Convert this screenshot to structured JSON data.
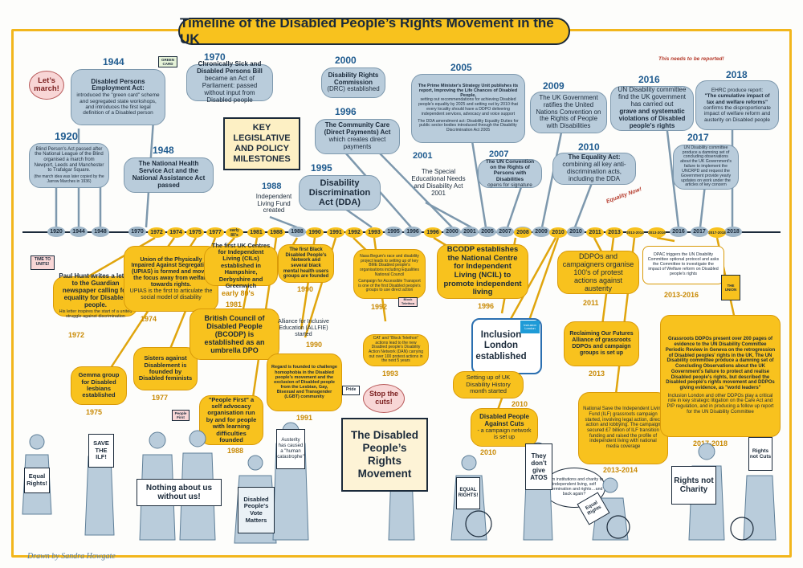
{
  "title": "Timeline of the Disabled People’s Rights Movement in the UK",
  "key_box": "KEY LEGISLATIVE AND POLICY MILESTONES",
  "center_sign": "The Disabled People’s Rights Movement",
  "credit": "Drawn by Sandra Howgate",
  "bubbles": {
    "lets_march": "Let’s march!",
    "stop_cuts": "Stop the cuts!",
    "equality_now": "Equality Now!",
    "this_needs": "This needs to be reported!",
    "from_institutions": "From institutions and charity to independent living, self determination and rights…and back again?"
  },
  "axis_years_top": [
    "1920",
    "1944",
    "1948",
    "1970",
    "1988",
    "1995",
    "1996",
    "2000",
    "2001",
    "2005",
    "2007",
    "2008",
    "2009",
    "2010",
    "2016",
    "2017",
    "2018"
  ],
  "axis_years_bottom": [
    "1972",
    "1974",
    "1975",
    "1977",
    "early 80's",
    "1981",
    "1988",
    "1990",
    "1991",
    "1992",
    "1993",
    "1996",
    "2008",
    "2010",
    "2011",
    "2013",
    "2013-2014",
    "2013-2016",
    "2017-2018"
  ],
  "legislation": [
    {
      "year": "1920",
      "text": "Blind Person's Act passed after the National League of the Blind organised a march from Newport, Leeds and Manchester to Trafalgar Square.",
      "sub": "(the march idea was later copied by the Jarrow Marches in 1936)"
    },
    {
      "year": "1944",
      "head": "Disabled Persons Employment Act:",
      "text": "introduced the \"green card\" scheme and segregated state workshops, and introduces the first legal definition of a Disabled person"
    },
    {
      "year": "1948",
      "head": "The National Health Service Act and the National Assistance Act",
      "text": "passed"
    },
    {
      "year": "1970",
      "head": "Chronically Sick and Disabled Persons Bill",
      "text": "became an Act of Parliament: passed without input from Disabled people"
    },
    {
      "year": "1988",
      "text": "Independent Living Fund created"
    },
    {
      "year": "1995",
      "head": "Disability Discrimination Act (DDA)",
      "text": ""
    },
    {
      "year": "1996",
      "head": "The Community Care (Direct Payments) Act",
      "text": "which creates direct payments"
    },
    {
      "year": "2000",
      "head": "Disability Rights Commission",
      "text": "(DRC) established"
    },
    {
      "year": "2001",
      "text": "The Special Educational Needs and Disability Act 2001"
    },
    {
      "year": "2005",
      "head": "The Prime Minister's Strategy Unit publishes its report, Improving the Life Chances of Disabled People,",
      "text": "setting out recommendations for achieving Disabled people's equality by 2025 and setting out by 2010 that every locality should have a DDPO delivering independent services, advocacy and voice support",
      "sub": "The DDA amendment act: Disability Equality Duties for public sector bodies introduced through the Disability Discrimination Act 2005"
    },
    {
      "year": "2007",
      "head": "The UN Convention on the Rights of Persons with Disabilities",
      "text": "opens for signature"
    },
    {
      "year": "2009",
      "text": "The UK Government ratifies the United Nations Convention on the Rights of People with Disabilities"
    },
    {
      "year": "2010",
      "head": "The Equality Act:",
      "text": "combining all key anti-discrimination acts, including the DDA"
    },
    {
      "year": "2016",
      "text": "UN Disability committee find the UK government has carried out",
      "head2": "grave and systematic violations of Disabled people's rights"
    },
    {
      "year": "2017",
      "text": "UN Disability committee produce a damning set of concluding observations about the UK Government's failure to implement the UNCRPD and request the Government provide yearly updates on work under the articles of key concern"
    },
    {
      "year": "2018",
      "text": "EHRC produce report:",
      "head2": "\"The cumulative impact of tax and welfare reforms\"",
      "text2": "confirms the disproportionate impact of welfare reform and austerity on Disabled people"
    }
  ],
  "movement": [
    {
      "year": "1972",
      "head": "Paul Hunt writes a letter to the Guardian newspaper calling for equality for Disabled people.",
      "text": "His letter inspires the start of a united struggle against discrimination"
    },
    {
      "year": "1974",
      "head": "Union of the Physically Impaired Against Segregation (UPIAS) is formed and moves the focus away from welfare towards rights.",
      "text": "UPIAS is the first to articulate the social model of disability"
    },
    {
      "year": "1975",
      "text": "Gemma group for Disabled lesbians established"
    },
    {
      "year": "1977",
      "text": "Sisters against Disablement is founded by Disabled feminists"
    },
    {
      "year": "early 80's",
      "text": "The first UK Centres for Independent Living (CILs) established in Hampshire, Derbyshire and Greenwich"
    },
    {
      "year": "1981",
      "text": "British Council of Disabled People (BCODP) is established as an umbrella DPO"
    },
    {
      "year": "1988",
      "text": "\"People First\" a self advocacy organisation run by and for people with learning difficulties founded"
    },
    {
      "year": "1990",
      "text": "The first Black Disabled People's Network and several black mental health users groups are founded"
    },
    {
      "year": "1990",
      "text": "Alliance for Inclusive Education (ALLFIE) started"
    },
    {
      "year": "1991",
      "text": "Regard is founded to challenge homophobia in the Disabled people's movement and the exclusion of Disabled people from the Lesbian, Gay, Bisexual and Transgender (LGBT) community"
    },
    {
      "year": "1992",
      "text": "Nasa Begum's race and disability project leads to setting up of key BME Disabled people's organisations including Equalities National Council",
      "sub": "Campaign for Accessible Transport is one of the first Disabled people's groups to use direct action"
    },
    {
      "year": "1993",
      "text": "CAT and \"Block Telethon\" actions lead to the new Disabled people's Disability Action Network (DAN) carrying out over 100 protest actions in the next 5 years"
    },
    {
      "year": "1996",
      "text": "BCODP establishes the National Centre for Independent Living (NCIL) to promote independent living"
    },
    {
      "year": "2008",
      "text": "Inclusion London established",
      "logo": "Inclusion London"
    },
    {
      "year": "2010",
      "text": "Setting up of UK Disability History month started"
    },
    {
      "year": "2010",
      "head": "Disabled People Against Cuts",
      "text": "- a campaign network is set up"
    },
    {
      "year": "2011",
      "text": "DDPOs and campaigners organise 100's of protest actions against austerity"
    },
    {
      "year": "2013",
      "text": "Reclaiming Our Futures Alliance of grassroots DDPOs and campaign groups is set up"
    },
    {
      "year": "2013-2014",
      "text": "National Save the Independent Living Fund (ILF) grassroots campaign started, involving legal action, direct action and lobbying. The campaign secured £7 billion of ILF transition funding and raised the profile of independent living with national media coverage"
    },
    {
      "year": "2013-2016",
      "text": "DPAC triggers the UN Disability Committee optional protocol and asks the Committee to investigate the impact of Welfare reform on Disabled people's rights"
    },
    {
      "year": "2017-2018",
      "head": "Grassroots DDPOs present over 200 pages of evidence to the UN Disability Committee Periodic Review in Geneva on the retrogression of Disabled peoples' rights in the UK. The UN Disability committee produce a damning set of Concluding Observations about the UK Government's failure to protect and realise Disabled people's rights, but described the Disabled people's rights movement and DDPOs giving evidence, as \"world leaders\"",
      "text": "Inclusion London and other DDPOs play a critical role in key strategic litigation on the Care Act and PIP regulation, and in producing a follow up report for the UN Disability Committee"
    }
  ],
  "signs": {
    "equal_rights": "Equal Rights!",
    "save_ilf": "SAVE THE ILF!",
    "nothing_about_us": "Nothing about us without us!",
    "austerity": "Austerity has caused a \"human catastrophe\"",
    "vote_matters": "Disabled People's Vote Matters",
    "equal_rights_2": "EQUAL RIGHTS!",
    "atos": "They don't give ATOS",
    "equal_rights_3": "Equal Rights",
    "rights_not_charity": "Rights not Charity",
    "rights_not_cuts": "Rights not Cuts",
    "time_to_unite": "TIME TO UNITE!",
    "green_card": "GREEN CARD",
    "people_first": "People First",
    "block_telethon": "Block Telethon",
    "pride": "Pride",
    "union": "THE UNION"
  }
}
